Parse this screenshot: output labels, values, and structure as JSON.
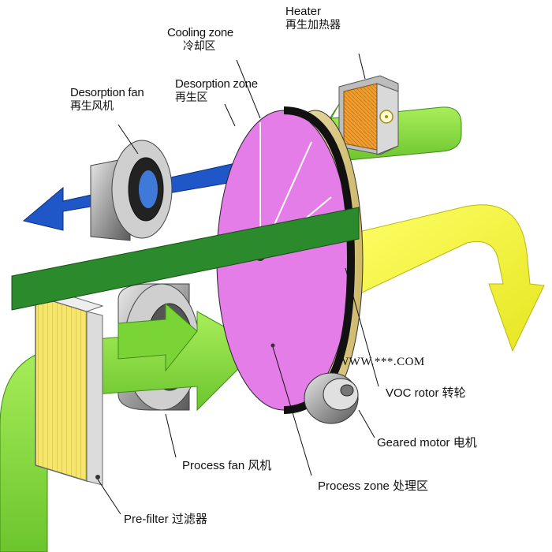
{
  "labels": {
    "heater": "Heater",
    "heater_cn": "再生加热器",
    "cooling_zone": "Cooling zone",
    "cooling_zone_cn": "冷却区",
    "desorption_zone": "Desorption zone",
    "desorption_zone_cn": "再生区",
    "desorption_fan": "Desorption fan",
    "desorption_fan_cn": "再生风机",
    "watermark": "WWW.***.COM",
    "voc_rotor": "VOC rotor 转轮",
    "geared_motor": "Geared motor 电机",
    "process_fan": "Process fan 风机",
    "process_zone": "Process zone 处理区",
    "pre_filter": "Pre-filter 过滤器"
  },
  "colors": {
    "process_air": "#8ee03c",
    "process_air_dark": "#5fb82a",
    "desorption_air": "#2b8a2b",
    "exhaust_air": "#1f57c9",
    "clean_air": "#f2f230",
    "rotor_face": "#e57de8",
    "rotor_rim": "#111111",
    "rotor_side": "#e8d9a0",
    "filter_media": "#f2e36a",
    "heater_media": "#f0a030",
    "equipment_grey": "#9a9a9a"
  },
  "icons": [
    "fan-housing-icon",
    "heater-box-icon",
    "filter-panel-icon",
    "motor-icon",
    "rotor-wheel-icon"
  ]
}
